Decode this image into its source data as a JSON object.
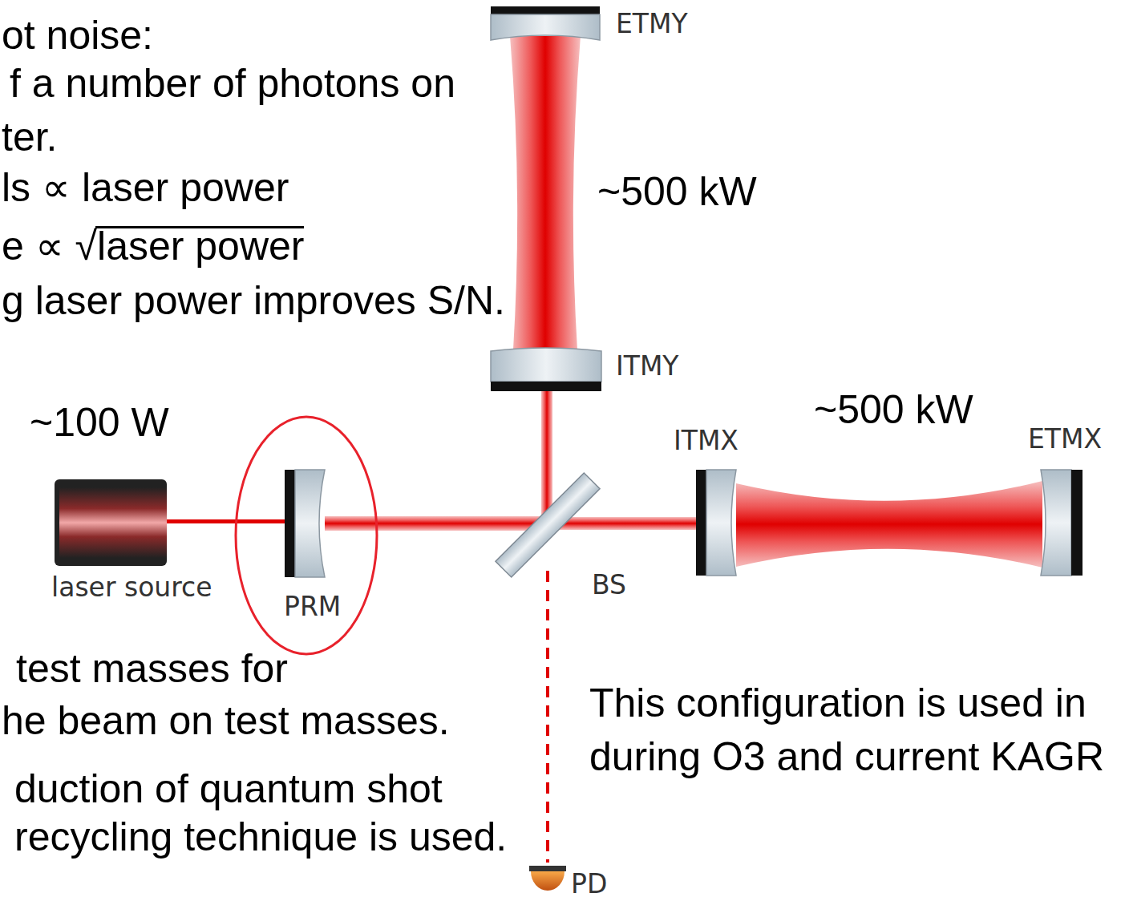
{
  "diagram": {
    "labels": [
      "ot noise:",
      "f a number of photons on",
      "ter.",
      "ls ∝ laser power",
      "e ∝ √laser power",
      "g laser power improves S/N.",
      "ETMY",
      "~500 kW",
      "ITMY",
      "~100 W",
      "~500 kW",
      "ITMX",
      "ETMX",
      "laser source",
      "PRM",
      "BS",
      "test masses for",
      "he beam on test masses.",
      "This configuration is used in",
      "during O3 and current KAGR",
      "duction of quantum shot",
      "recycling technique is used.",
      "PD"
    ]
  }
}
